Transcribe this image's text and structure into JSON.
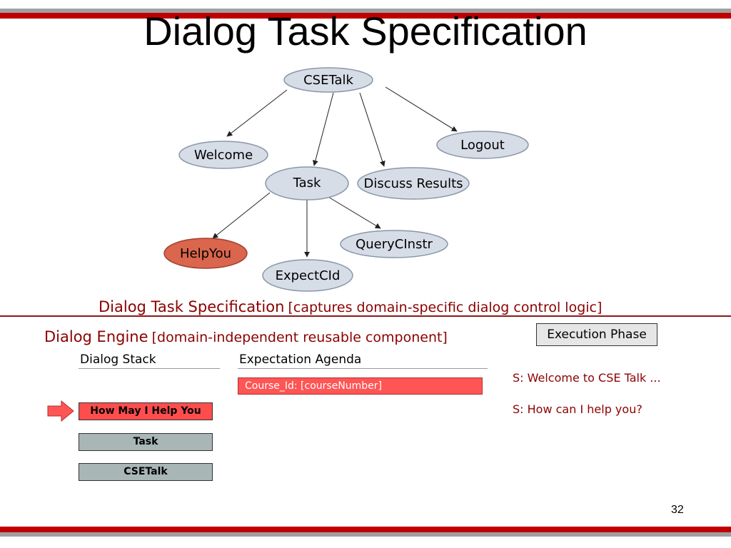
{
  "slide": {
    "title": "Dialog Task Specification",
    "page_number": "32"
  },
  "tree": {
    "nodes": {
      "root": "CSETalk",
      "welcome": "Welcome",
      "task": "Task",
      "discuss": "Discuss Results",
      "logout": "Logout",
      "helpyou": "HelpYou",
      "expectcid": "ExpectCId",
      "queryclnstr": "QueryCInstr"
    },
    "colors": {
      "node_fill": "#d6dde6",
      "active_fill": "#d9664d",
      "node_stroke": "#8a96a8"
    }
  },
  "spec": {
    "label": "Dialog Task Specification",
    "note": "[captures domain-specific dialog control logic]"
  },
  "engine": {
    "label": "Dialog Engine",
    "note": "[domain-independent reusable component]",
    "execution_button": "Execution Phase",
    "stack_header": "Dialog Stack",
    "agenda_header": "Expectation Agenda",
    "agenda_items": [
      "Course_Id: [courseNumber]"
    ],
    "stack_items": [
      "How May I Help You",
      "Task",
      "CSETalk"
    ]
  },
  "transcript": [
    "S: Welcome to CSE Talk ...",
    "S: How can I help you?"
  ],
  "colors": {
    "accent_red": "#c00000",
    "text_dark_red": "#8b0000",
    "active_stack": "#ff4d4d",
    "idle_stack": "#a9b6b6"
  }
}
